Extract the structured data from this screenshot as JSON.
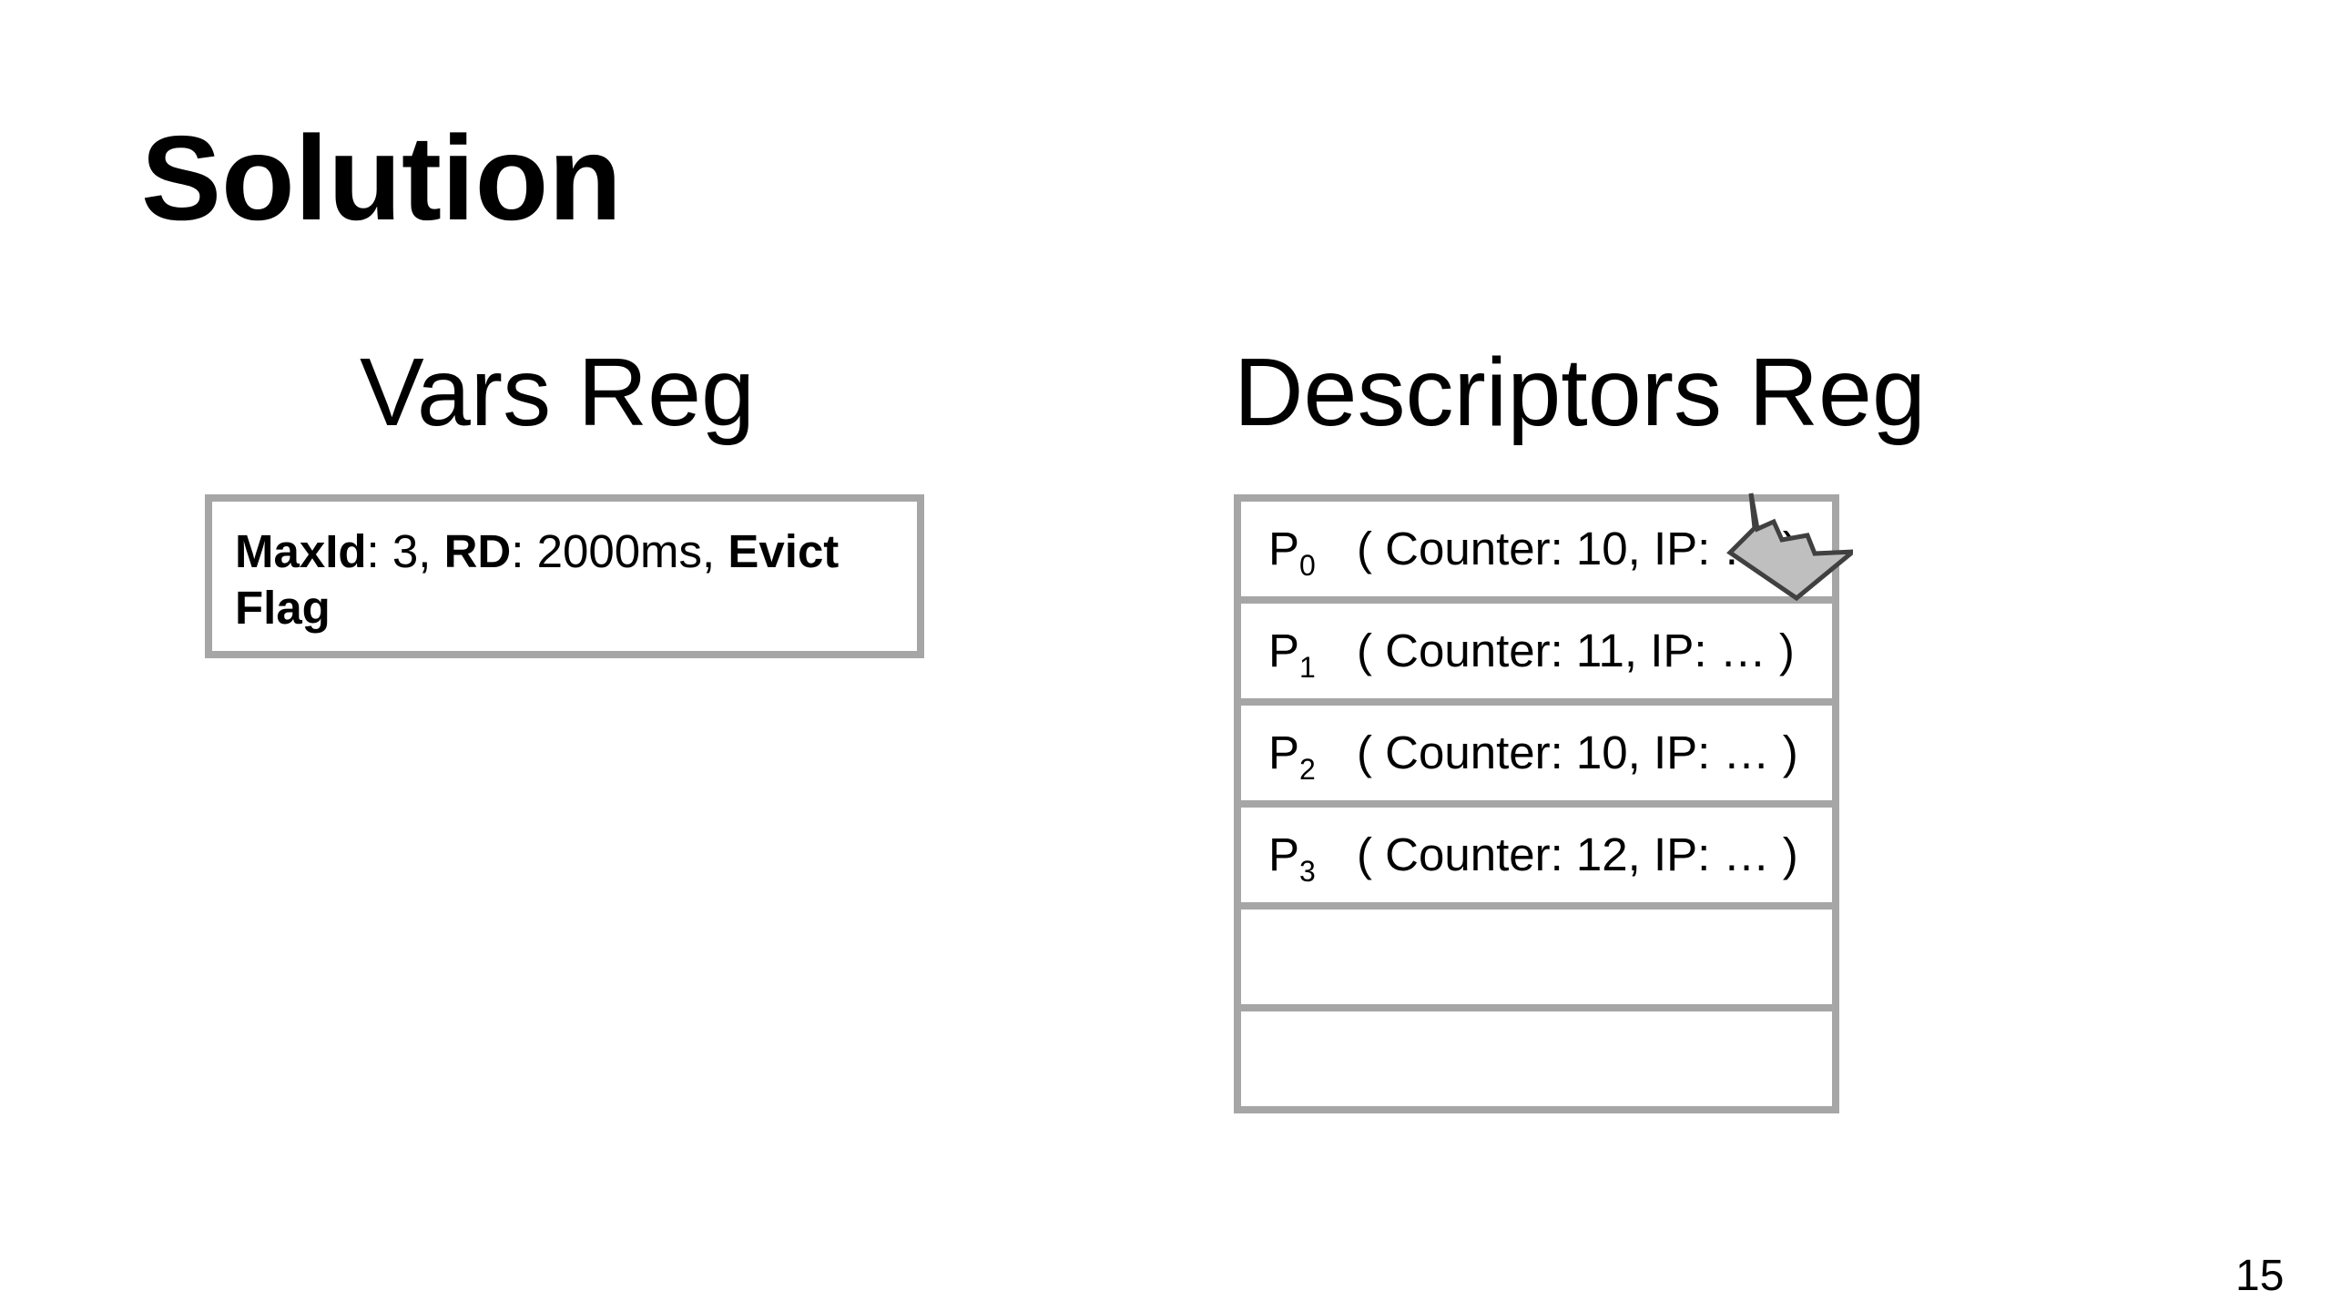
{
  "slide": {
    "title": "Solution",
    "page_number": "15"
  },
  "vars_reg": {
    "heading": "Vars Reg",
    "fields": [
      {
        "name": "MaxId",
        "value": ": 3, "
      },
      {
        "name": "RD",
        "value": ": 2000ms, "
      },
      {
        "name": "Evict Flag",
        "value": ""
      }
    ]
  },
  "descriptors_reg": {
    "heading": "Descriptors Reg",
    "rows": [
      {
        "id": "P",
        "sub": "0",
        "info": "( Counter: 10, IP: … )"
      },
      {
        "id": "P",
        "sub": "1",
        "info": "( Counter: 11, IP: … )"
      },
      {
        "id": "P",
        "sub": "2",
        "info": "( Counter: 10, IP: … )"
      },
      {
        "id": "P",
        "sub": "3",
        "info": "( Counter: 12, IP: … )"
      },
      {
        "id": "",
        "sub": "",
        "info": ""
      },
      {
        "id": "",
        "sub": "",
        "info": ""
      }
    ],
    "leader_marker": "crown-icon",
    "marker_color": "#bfbfbf"
  }
}
